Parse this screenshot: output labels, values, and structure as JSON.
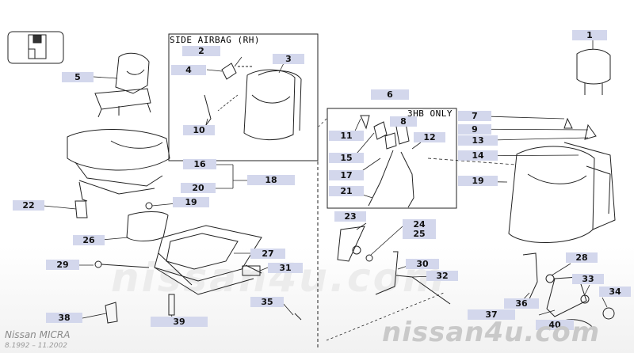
{
  "diagram": {
    "sections": {
      "side_airbag": "SIDE AIRBAG (RH)",
      "three_door": "3HB ONLY"
    },
    "part_numbers": [
      "1",
      "2",
      "3",
      "4",
      "5",
      "6",
      "7",
      "8",
      "9",
      "10",
      "11",
      "12",
      "13",
      "14",
      "15",
      "16",
      "17",
      "18",
      "19",
      "19",
      "20",
      "21",
      "22",
      "23",
      "24",
      "25",
      "26",
      "27",
      "28",
      "29",
      "30",
      "31",
      "32",
      "33",
      "34",
      "35",
      "36",
      "37",
      "38",
      "39",
      "40"
    ],
    "watermark": {
      "site": "nissan4u.com",
      "faint": "nissan4u.com"
    },
    "footer": {
      "model": "Nissan MICRA",
      "dates": "8.1992 – 11.2002"
    }
  }
}
